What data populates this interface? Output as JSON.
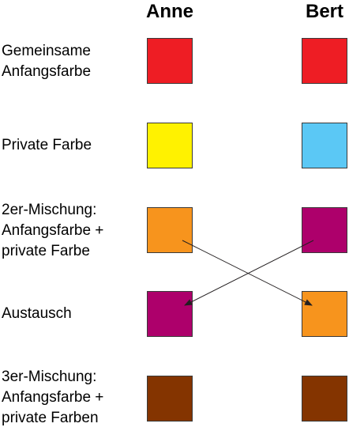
{
  "columns": {
    "anne": "Anne",
    "bert": "Bert"
  },
  "rows": [
    {
      "label": "Gemeinsame\nAnfangsfarbe",
      "anne_color": "#ee1d24",
      "bert_color": "#ee1d24"
    },
    {
      "label": "Private Farbe",
      "anne_color": "#fff200",
      "bert_color": "#5bc8f5"
    },
    {
      "label": "2er-Mischung:\nAnfangsfarbe +\nprivate Farbe",
      "anne_color": "#f7941d",
      "bert_color": "#ad006b"
    },
    {
      "label": "Austausch",
      "anne_color": "#ad006b",
      "bert_color": "#f7941d"
    },
    {
      "label": "3er-Mischung:\nAnfangsfarbe +\nprivate Farben",
      "anne_color": "#843400",
      "bert_color": "#843400"
    }
  ],
  "arrow_color": "#231f20"
}
